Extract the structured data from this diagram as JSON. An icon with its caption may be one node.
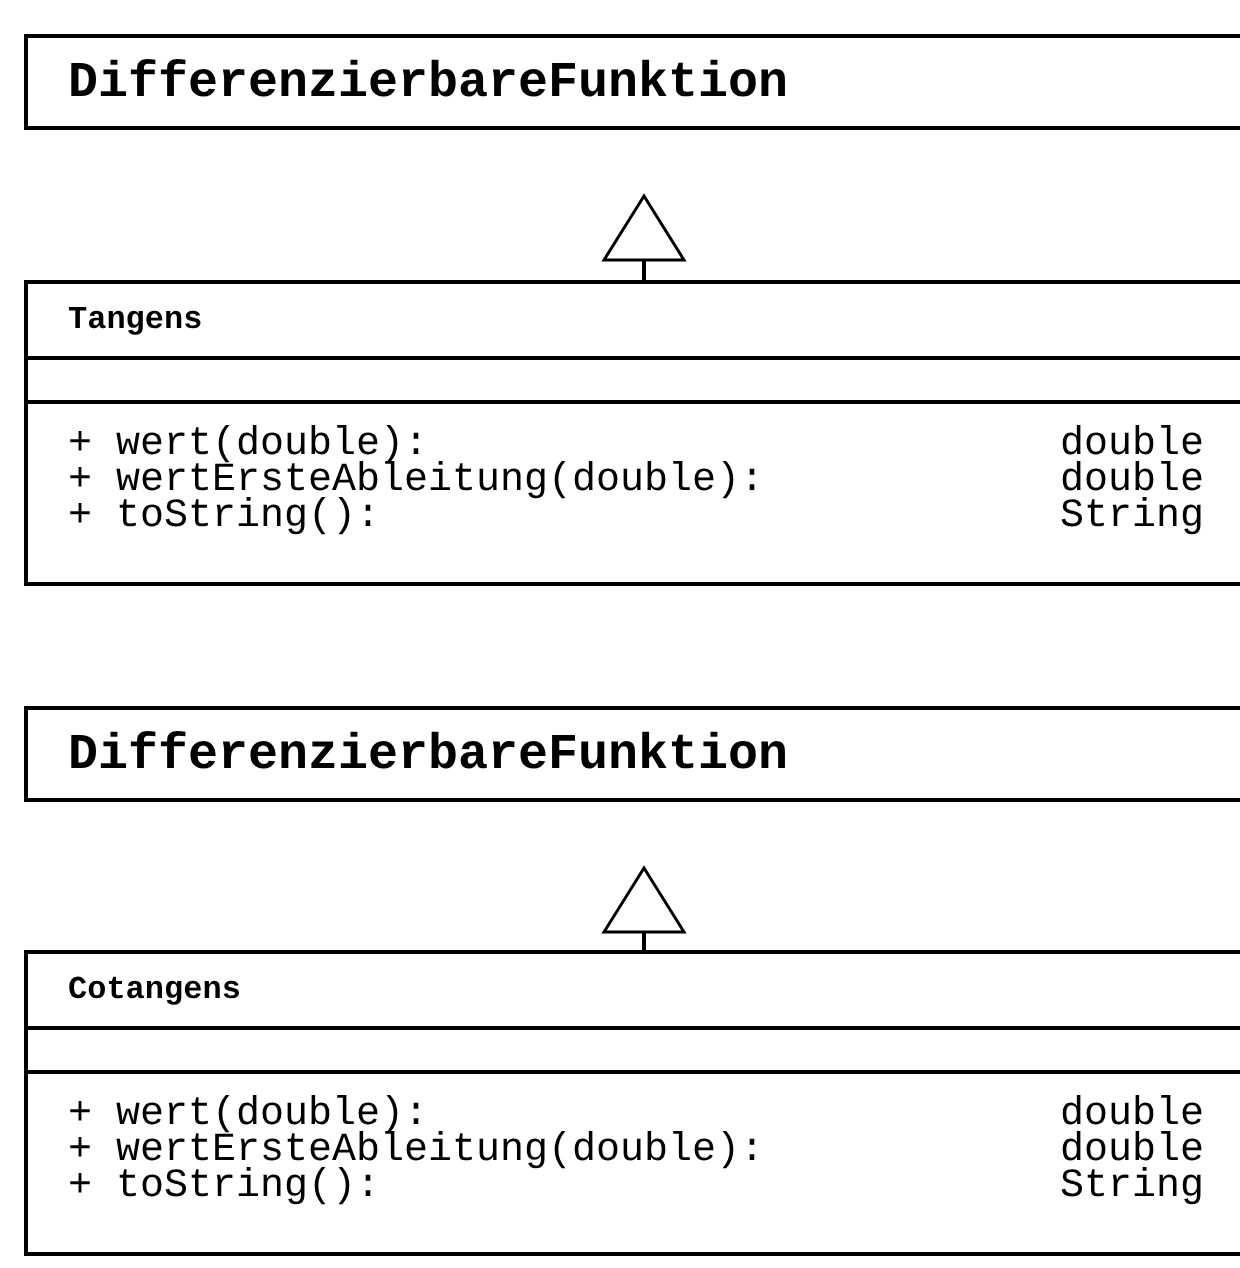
{
  "diagram": {
    "nodes": [
      {
        "text": [
          "DifferenzierbareFunktion"
        ]
      },
      {
        "text": [
          "Tangens",
          "+ wert(double):",
          "double",
          "+ wertErsteAbleitung(double):",
          "double",
          "+ toString():",
          "String"
        ]
      },
      {
        "text": [
          "DifferenzierbareFunktion"
        ]
      },
      {
        "text": [
          "Cotangens",
          "+ wert(double):",
          "double",
          "+ wertErsteAbleitung(double):",
          "double",
          "+ toString():",
          "String"
        ]
      }
    ],
    "edges": [
      {
        "from": 1,
        "to": 0,
        "arrow": "to"
      },
      {
        "from": 3,
        "to": 2,
        "arrow": "to"
      }
    ]
  }
}
